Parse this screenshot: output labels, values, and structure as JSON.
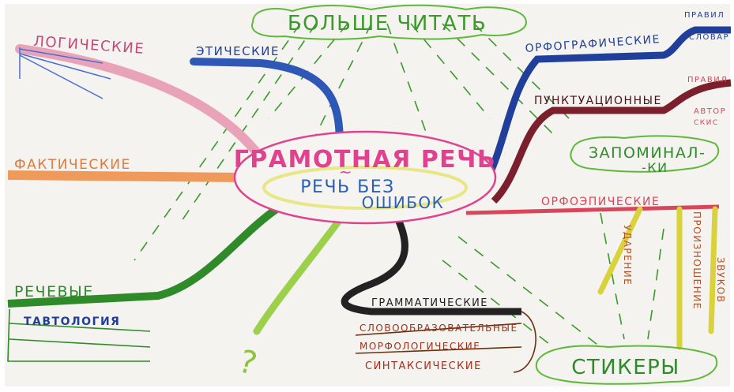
{
  "center": {
    "title": "ГРАМОТНАЯ РЕЧЬ",
    "tilde": "~",
    "subtitle_line1": "РЕЧЬ БЕЗ",
    "subtitle_line2": "ОШИБОК"
  },
  "cloud_top": "БОЛЬШЕ ЧИТАТЬ",
  "cloud_right": {
    "line1": "ЗАПОМИНАЛ-",
    "line2": "-КИ"
  },
  "cloud_bottom": "СТИКЕРЫ",
  "question_mark": "?",
  "branches": {
    "logical": "ЛОГИЧЕСКИЕ",
    "ethical": "ЭТИЧЕСКИЕ",
    "factual": "ФАКТИЧЕСКИЕ",
    "speech": "РЕЧЕВЫЕ",
    "tautology": "ТАВТОЛОГИЯ",
    "spelling": "ОРФОГРАФИЧЕСКИЕ",
    "spelling_sub1": "ПРАВИЛ",
    "spelling_sub2": "СЛОВАР",
    "punctuation": "ПУНКТУАЦИОННЫЕ",
    "punct_sub1": "ПРАВИЛ",
    "punct_sub2": "АВТОР",
    "punct_sub3": "СКИС",
    "orthoepic": "ОРФОЭПИЧЕСКИЕ",
    "orth_sub1": "УДАРЕНИЕ",
    "orth_sub2": "ПРОИЗНОШЕНИЕ",
    "orth_sub3": "ЗВУКОВ",
    "grammatical": "ГРАММАТИЧЕСКИЕ",
    "gram_sub1": "СЛОВООБРАЗОВАТЕЛЬНЫЕ",
    "gram_sub2": "МОРФОЛОГИЧЕСКИЕ",
    "gram_sub3": "СИНТАКСИЧЕСКИЕ"
  },
  "colors": {
    "paper": "#f4f3ef",
    "pink": "#e0428f",
    "blue_text": "#2a5fb8",
    "dark_blue": "#1f3f9a",
    "green": "#3a9a2a",
    "light_green": "#8fc43a",
    "orange": "#e07a3a",
    "red": "#c0392b",
    "maroon": "#7a1f2b",
    "black": "#222222",
    "yellow": "#d9d23a",
    "brown": "#8b3a1a"
  }
}
